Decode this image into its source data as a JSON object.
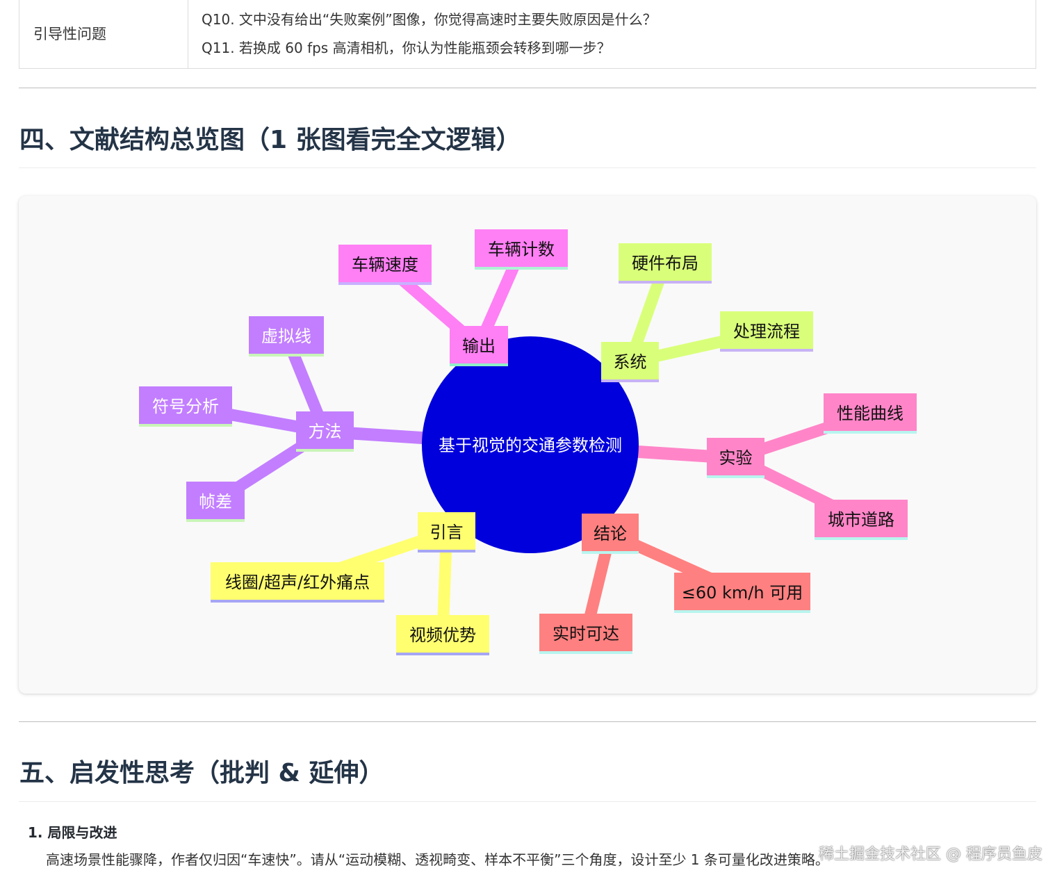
{
  "questions_table": {
    "label": "引导性问题",
    "q10": "Q10. 文中没有给出“失败案例”图像，你觉得高速时主要失败原因是什么？",
    "q11": "Q11. 若换成 60 fps 高清相机，你认为性能瓶颈会转移到哪一步？"
  },
  "section4": {
    "title": "四、文献结构总览图（1 张图看完全文逻辑）"
  },
  "mindmap": {
    "center": {
      "label": "基于视觉的交通参数检测",
      "color": "#0000dd"
    },
    "branches": [
      {
        "id": "output",
        "label": "输出",
        "color": "#ff7ff5",
        "underline": "#8ff0c9",
        "children": [
          {
            "label": "车辆速度",
            "underline": "#c8b0ff"
          },
          {
            "label": "车辆计数",
            "underline": "#aef2d6"
          }
        ]
      },
      {
        "id": "system",
        "label": "系统",
        "color": "#d9ff7a",
        "underline": "#c7b3f5",
        "children": [
          {
            "label": "硬件布局",
            "underline": "#c7b3f5"
          },
          {
            "label": "处理流程",
            "underline": "#c7b3f5"
          }
        ]
      },
      {
        "id": "method",
        "label": "方法",
        "color": "#c27eff",
        "underline": "#c9f5b8",
        "children": [
          {
            "label": "虚拟线",
            "underline": "#c9f5b8"
          },
          {
            "label": "符号分析",
            "underline": "#c9f5b8"
          },
          {
            "label": "帧差",
            "underline": "#c9f5b8"
          }
        ]
      },
      {
        "id": "experiment",
        "label": "实验",
        "color": "#ff85c8",
        "underline": "#b8f5ef",
        "children": [
          {
            "label": "性能曲线",
            "underline": "#b8f5ef"
          },
          {
            "label": "城市道路",
            "underline": "#b8f5ef"
          }
        ]
      },
      {
        "id": "intro",
        "label": "引言",
        "color": "#ffff70",
        "underline": "#a6a6f5",
        "children": [
          {
            "label": "线圈/超声/红外痛点",
            "underline": "#a6a6f5"
          },
          {
            "label": "视频优势",
            "underline": "#a6a6f5"
          }
        ]
      },
      {
        "id": "conclusion",
        "label": "结论",
        "color": "#ff8080",
        "underline": "#b8f5ef",
        "children": [
          {
            "label": "≤60 km/h 可用",
            "underline": "#b8f5ef"
          },
          {
            "label": "实时可达",
            "underline": "#b8f5ef"
          }
        ]
      }
    ]
  },
  "section5": {
    "title": "五、启发性思考（批判 & 延伸）",
    "item1_title": "1. 局限与改进",
    "item1_body": "高速场景性能骤降，作者仅归因“车速快”。请从“运动模糊、透视畸变、样本不平衡”三个角度，设计至少 1 条可量化改进策略。"
  },
  "watermark": "稀土掘金技术社区 @ 程序员鱼皮"
}
